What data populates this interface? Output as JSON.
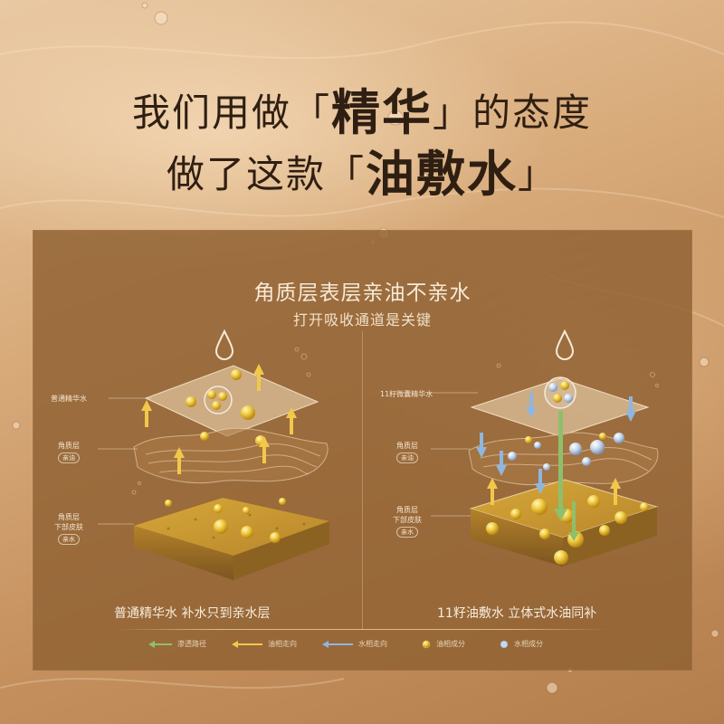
{
  "headline": {
    "line1_pre": "我们用做「",
    "line1_em": "精华",
    "line1_post": "」的态度",
    "line2_pre": "做了这款「",
    "line2_em": "油敷水",
    "line2_post": "」"
  },
  "panel": {
    "title": "角质层表层亲油不亲水",
    "subtitle": "打开吸收通道是关键",
    "left": {
      "layer1": "普通精华水",
      "layer2": "角质层",
      "layer2_tag": "亲油",
      "layer3_line1": "角质层",
      "layer3_line2": "下部皮肤",
      "layer3_tag": "亲水",
      "caption": "普通精华水  补水只到亲水层"
    },
    "right": {
      "layer1": "11籽微囊精华水",
      "layer2": "角质层",
      "layer2_tag": "亲油",
      "layer3_line1": "角质层",
      "layer3_line2": "下部皮肤",
      "layer3_tag": "亲水",
      "caption": "11籽油敷水  立体式水油同补"
    },
    "legend": [
      {
        "icon": "green-arrow-icon",
        "label": "渗透路径",
        "color": "#8fbf6a"
      },
      {
        "icon": "yellow-arrow-icon",
        "label": "油相走向",
        "color": "#f2c84a"
      },
      {
        "icon": "blue-arrow-icon",
        "label": "水相走向",
        "color": "#8fb6e0"
      },
      {
        "icon": "oil-dot-icon",
        "label": "油相成分",
        "color": "#f2cf4a"
      },
      {
        "icon": "water-dot-icon",
        "label": "水相成分",
        "color": "#a9c6ea"
      }
    ]
  }
}
